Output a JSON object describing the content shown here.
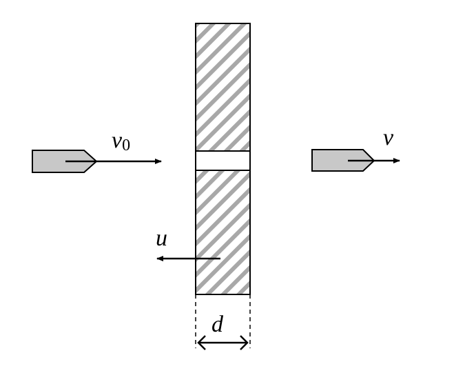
{
  "labels": {
    "initial_velocity": "v",
    "initial_velocity_subscript": "0",
    "final_velocity": "v",
    "wall_velocity": "u",
    "thickness": "d"
  },
  "colors": {
    "bullet_fill": "#c8c8c8",
    "hatch_stripe": "#a8a8a8",
    "outline": "#000000",
    "background": "#ffffff"
  }
}
